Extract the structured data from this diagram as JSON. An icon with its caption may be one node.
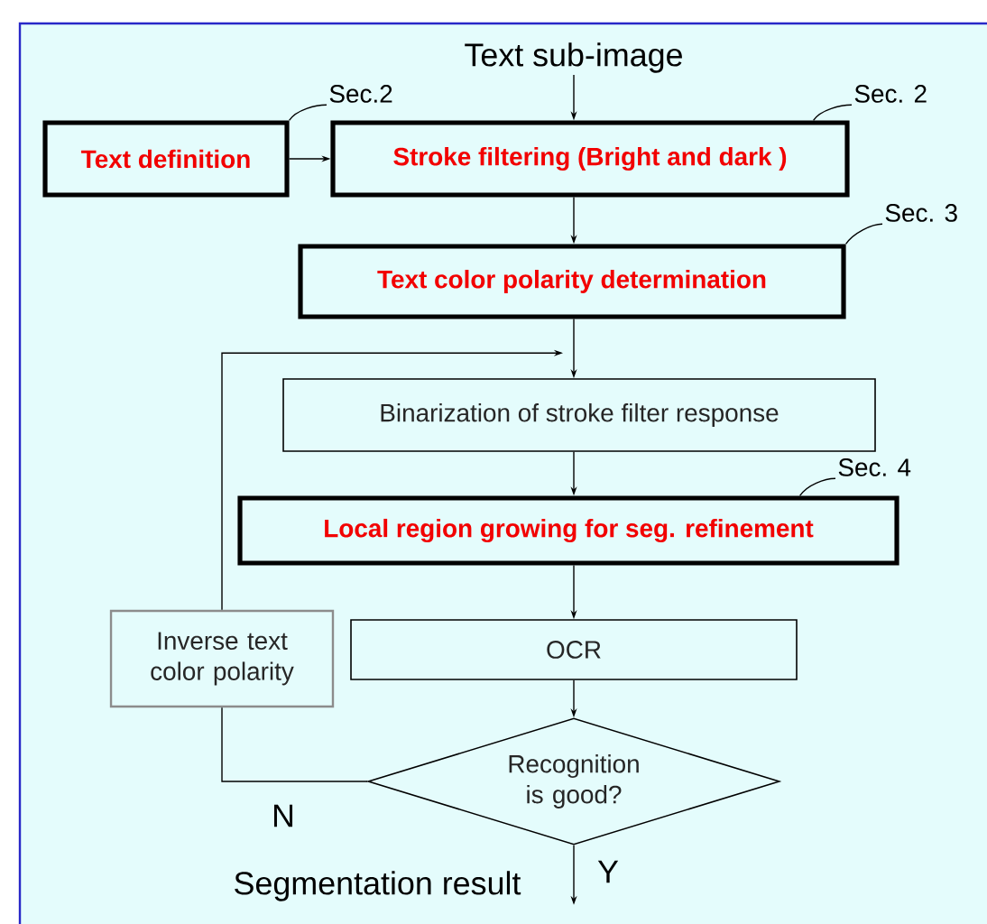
{
  "diagram": {
    "nodes": [
      {
        "text": [
          "Text sub-image"
        ]
      },
      {
        "text": [
          "Text definition"
        ]
      },
      {
        "text": [
          "Stroke filtering (Bright and dark )"
        ]
      },
      {
        "text": [
          "Text color polarity determination"
        ]
      },
      {
        "text": [
          "Binarization of stroke filter response"
        ]
      },
      {
        "text": [
          "Local region growing for seg. refinement"
        ]
      },
      {
        "text": [
          "OCR"
        ]
      },
      {
        "text": [
          "Inverse text color polarity"
        ]
      },
      {
        "text": [
          "Recognition is good?"
        ]
      },
      {
        "text": [
          "Sec.2"
        ]
      },
      {
        "text": [
          "Sec. 2"
        ]
      },
      {
        "text": [
          "Sec. 3"
        ]
      },
      {
        "text": [
          "Sec. 4"
        ]
      }
    ],
    "edges": [
      {
        "from": 0,
        "to": 2,
        "arrow": "to"
      },
      {
        "from": 1,
        "to": 2,
        "arrow": "to"
      },
      {
        "from": 2,
        "to": 3,
        "arrow": "to"
      },
      {
        "from": 3,
        "to": 4,
        "arrow": "to"
      },
      {
        "from": 4,
        "to": 5,
        "arrow": "to"
      },
      {
        "from": 5,
        "to": 6,
        "arrow": "to"
      },
      {
        "from": 6,
        "to": 8,
        "arrow": "to"
      },
      {
        "from": 8,
        "to": 7,
        "arrow": "none",
        "label": "N"
      },
      {
        "from": 7,
        "to": 4,
        "arrow": "to"
      },
      {
        "from": 8,
        "to": null,
        "arrow": "to",
        "label": "Y"
      },
      {
        "from": 9,
        "to": 1,
        "arrow": "none"
      },
      {
        "from": 10,
        "to": 2,
        "arrow": "none"
      },
      {
        "from": 11,
        "to": 3,
        "arrow": "none"
      },
      {
        "from": 12,
        "to": 5,
        "arrow": "none"
      }
    ],
    "labels": [
      "Segmentation result"
    ]
  }
}
